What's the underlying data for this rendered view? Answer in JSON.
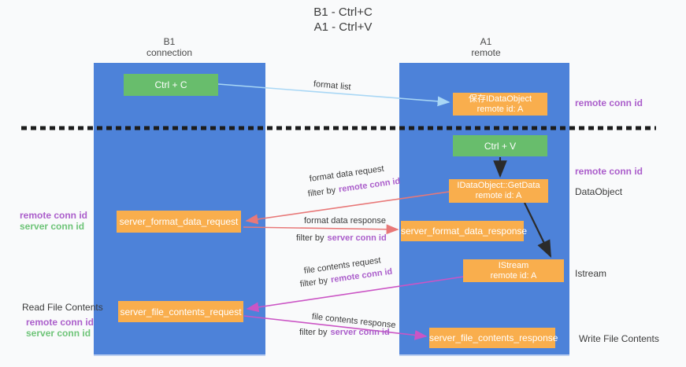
{
  "title": {
    "line1": "B1 - Ctrl+C",
    "line2": "A1 - Ctrl+V"
  },
  "lanes": {
    "left": {
      "title": "B1",
      "subtitle": "connection"
    },
    "right": {
      "title": "A1",
      "subtitle": "remote"
    }
  },
  "nodes": {
    "ctrl_c": {
      "label": "Ctrl + C"
    },
    "ctrl_v": {
      "label": "Ctrl + V"
    },
    "store_dataobject": {
      "line1": "保存IDataObject",
      "line2": "remote id: A"
    },
    "getdata": {
      "line1": "IDataObject::GetData",
      "line2": "remote id: A"
    },
    "istream": {
      "line1": "IStream",
      "line2": "remote id: A"
    },
    "server_format_data_request": {
      "label": "server_format_data_request"
    },
    "server_format_data_response": {
      "label": "server_format_data_response"
    },
    "server_file_contents_request": {
      "label": "server_file_contents_request"
    },
    "server_file_contents_response": {
      "label": "server_file_contents_response"
    }
  },
  "edge_labels": {
    "format_list": "format list",
    "format_data_request": "format data request",
    "format_data_response": "format data response",
    "file_contents_request": "file contents request",
    "file_contents_response": "file contents response",
    "filter_by": "filter by",
    "remote_conn_id": "remote conn id",
    "server_conn_id": "server conn id"
  },
  "annotations": {
    "remote_conn_id": "remote conn id",
    "server_conn_id": "server conn id",
    "dataobject": "DataObject",
    "istream": "Istream",
    "read_file_contents": "Read File Contents",
    "write_file_contents": "Write File Contents"
  },
  "colors": {
    "lane_blue": "#4d82d9",
    "box_green": "#68bd6c",
    "box_orange": "#f9ae4d",
    "arrow_lightblue": "#a9d7f5",
    "arrow_red": "#e87878",
    "arrow_magenta": "#cb55c5",
    "text_purple": "#ab5ecb",
    "text_green": "#6ec478",
    "dashed_line": "#1c1c1c"
  }
}
